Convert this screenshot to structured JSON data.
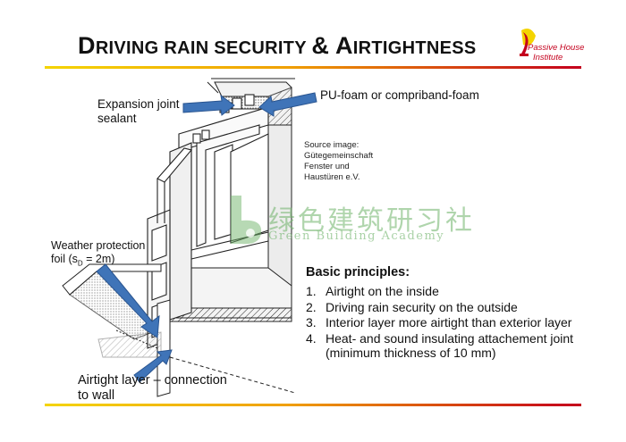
{
  "title": {
    "first_big": "D",
    "first_small": "RIVING RAIN SECURITY ",
    "amp": "& ",
    "second_big": "A",
    "second_small": "IRTIGHTNESS"
  },
  "logo": {
    "line1": "Passive House",
    "line2": "Institute"
  },
  "labels": {
    "expansion": [
      "Expansion joint",
      "sealant"
    ],
    "pu_foam": "PU-foam or compriband-foam",
    "weather": [
      "Weather protection",
      "foil (s",
      "D",
      " = 2m)"
    ],
    "airtight": [
      "Airtight layer – connection",
      "to wall"
    ]
  },
  "source": [
    "Source image:",
    "Gütegemeinschaft",
    "Fenster und",
    "Haustüren e.V."
  ],
  "watermark": {
    "cn": "绿色建筑研习社",
    "en": "Green Building Academy"
  },
  "principles": {
    "title": "Basic principles:",
    "items": [
      {
        "n": "1.",
        "text": "Airtight on the inside"
      },
      {
        "n": "2.",
        "text": "Driving rain security on the outside"
      },
      {
        "n": "3.",
        "text": "Interior layer more airtight than exterior layer"
      },
      {
        "n": "4.",
        "text": "Heat- and sound insulating attachement joint (minimum thickness of 10 mm)"
      }
    ]
  },
  "colors": {
    "arrow": "#3f74b8",
    "arrow_edge": "#2a5590",
    "accent_red": "#c4001d",
    "accent_yellow": "#f4d400"
  }
}
